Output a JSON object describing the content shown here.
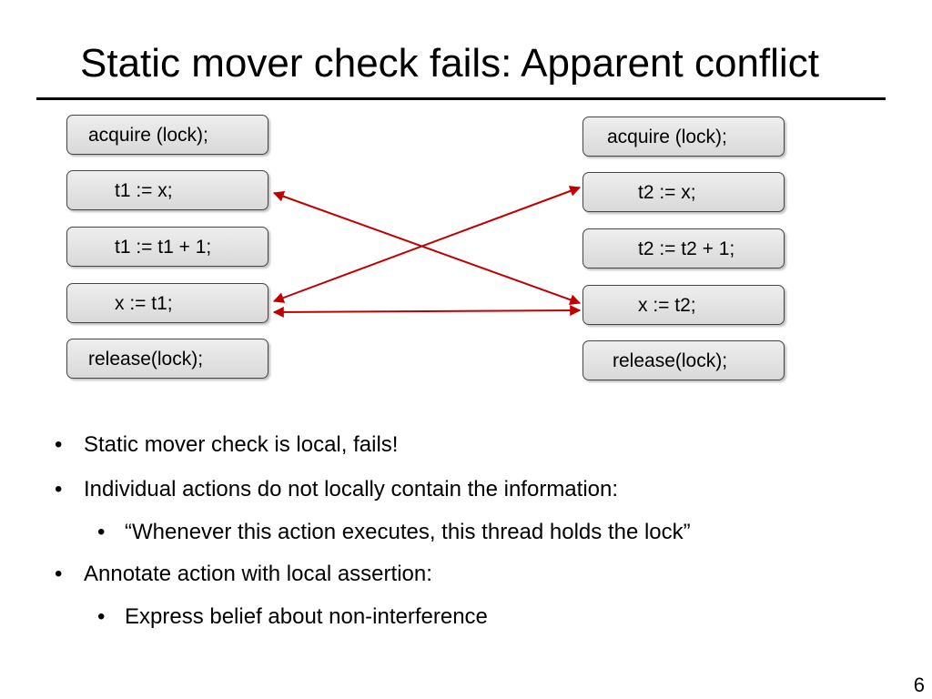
{
  "slide": {
    "title": "Static mover check fails: Apparent conflict",
    "page_number": "6"
  },
  "left_thread": [
    "acquire (lock);",
    "t1 := x;",
    "t1 := t1 + 1;",
    "x := t1;",
    "release(lock);"
  ],
  "right_thread": [
    "acquire (lock);",
    "t2 := x;",
    "t2 := t2 + 1;",
    "x := t2;",
    "release(lock);"
  ],
  "conflict_edges": [
    {
      "from": "left.1",
      "to": "right.3"
    },
    {
      "from": "left.3",
      "to": "right.1"
    },
    {
      "from": "left.3",
      "to": "right.3"
    }
  ],
  "arrow_color": "#c00000",
  "bullets": [
    "Static mover check is local, fails!",
    "Individual actions do not locally contain the information:",
    "“Whenever this action executes, this thread holds the lock”",
    "Annotate action with local assertion:",
    "Express belief about non-interference"
  ],
  "bullet_glyph": "•"
}
